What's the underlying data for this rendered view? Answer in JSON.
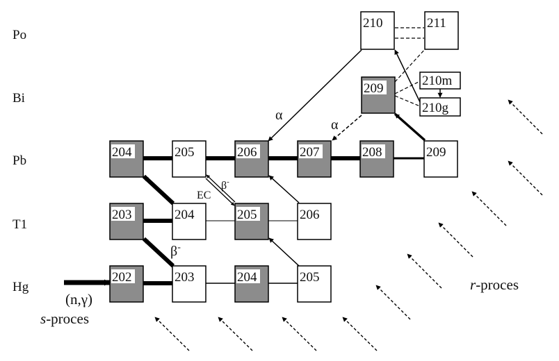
{
  "elements": [
    "Po",
    "Bi",
    "Pb",
    "T1",
    "Hg"
  ],
  "nuclides": [
    {
      "id": "po210",
      "element": "Po",
      "mass": "210",
      "filled": false
    },
    {
      "id": "po211",
      "element": "Po",
      "mass": "211",
      "filled": false
    },
    {
      "id": "bi209",
      "element": "Bi",
      "mass": "209",
      "filled": true
    },
    {
      "id": "bi210m",
      "element": "Bi",
      "mass": "210m",
      "filled": false
    },
    {
      "id": "bi210g",
      "element": "Bi",
      "mass": "210g",
      "filled": false
    },
    {
      "id": "pb204",
      "element": "Pb",
      "mass": "204",
      "filled": true
    },
    {
      "id": "pb205",
      "element": "Pb",
      "mass": "205",
      "filled": false
    },
    {
      "id": "pb206",
      "element": "Pb",
      "mass": "206",
      "filled": true
    },
    {
      "id": "pb207",
      "element": "Pb",
      "mass": "207",
      "filled": true
    },
    {
      "id": "pb208",
      "element": "Pb",
      "mass": "208",
      "filled": true
    },
    {
      "id": "pb209",
      "element": "Pb",
      "mass": "209",
      "filled": false
    },
    {
      "id": "tl203",
      "element": "T1",
      "mass": "203",
      "filled": true
    },
    {
      "id": "tl204",
      "element": "T1",
      "mass": "204",
      "filled": false
    },
    {
      "id": "tl205",
      "element": "T1",
      "mass": "205",
      "filled": true
    },
    {
      "id": "tl206",
      "element": "T1",
      "mass": "206",
      "filled": false
    },
    {
      "id": "hg202",
      "element": "Hg",
      "mass": "202",
      "filled": true
    },
    {
      "id": "hg203",
      "element": "Hg",
      "mass": "203",
      "filled": false
    },
    {
      "id": "hg204",
      "element": "Hg",
      "mass": "204",
      "filled": true
    },
    {
      "id": "hg205",
      "element": "Hg",
      "mass": "205",
      "filled": false
    }
  ],
  "labels": {
    "alpha": "α",
    "beta_minus_base": "β",
    "beta_minus_sup": "-",
    "ec": "EC",
    "n_gamma": "(n,γ)",
    "s_process_prefix": "s",
    "r_process_prefix": "r",
    "process_suffix": "-proces"
  },
  "colors": {
    "filled_box": "#8c8c8c",
    "empty_box": "#ffffff",
    "line": "#000000"
  }
}
